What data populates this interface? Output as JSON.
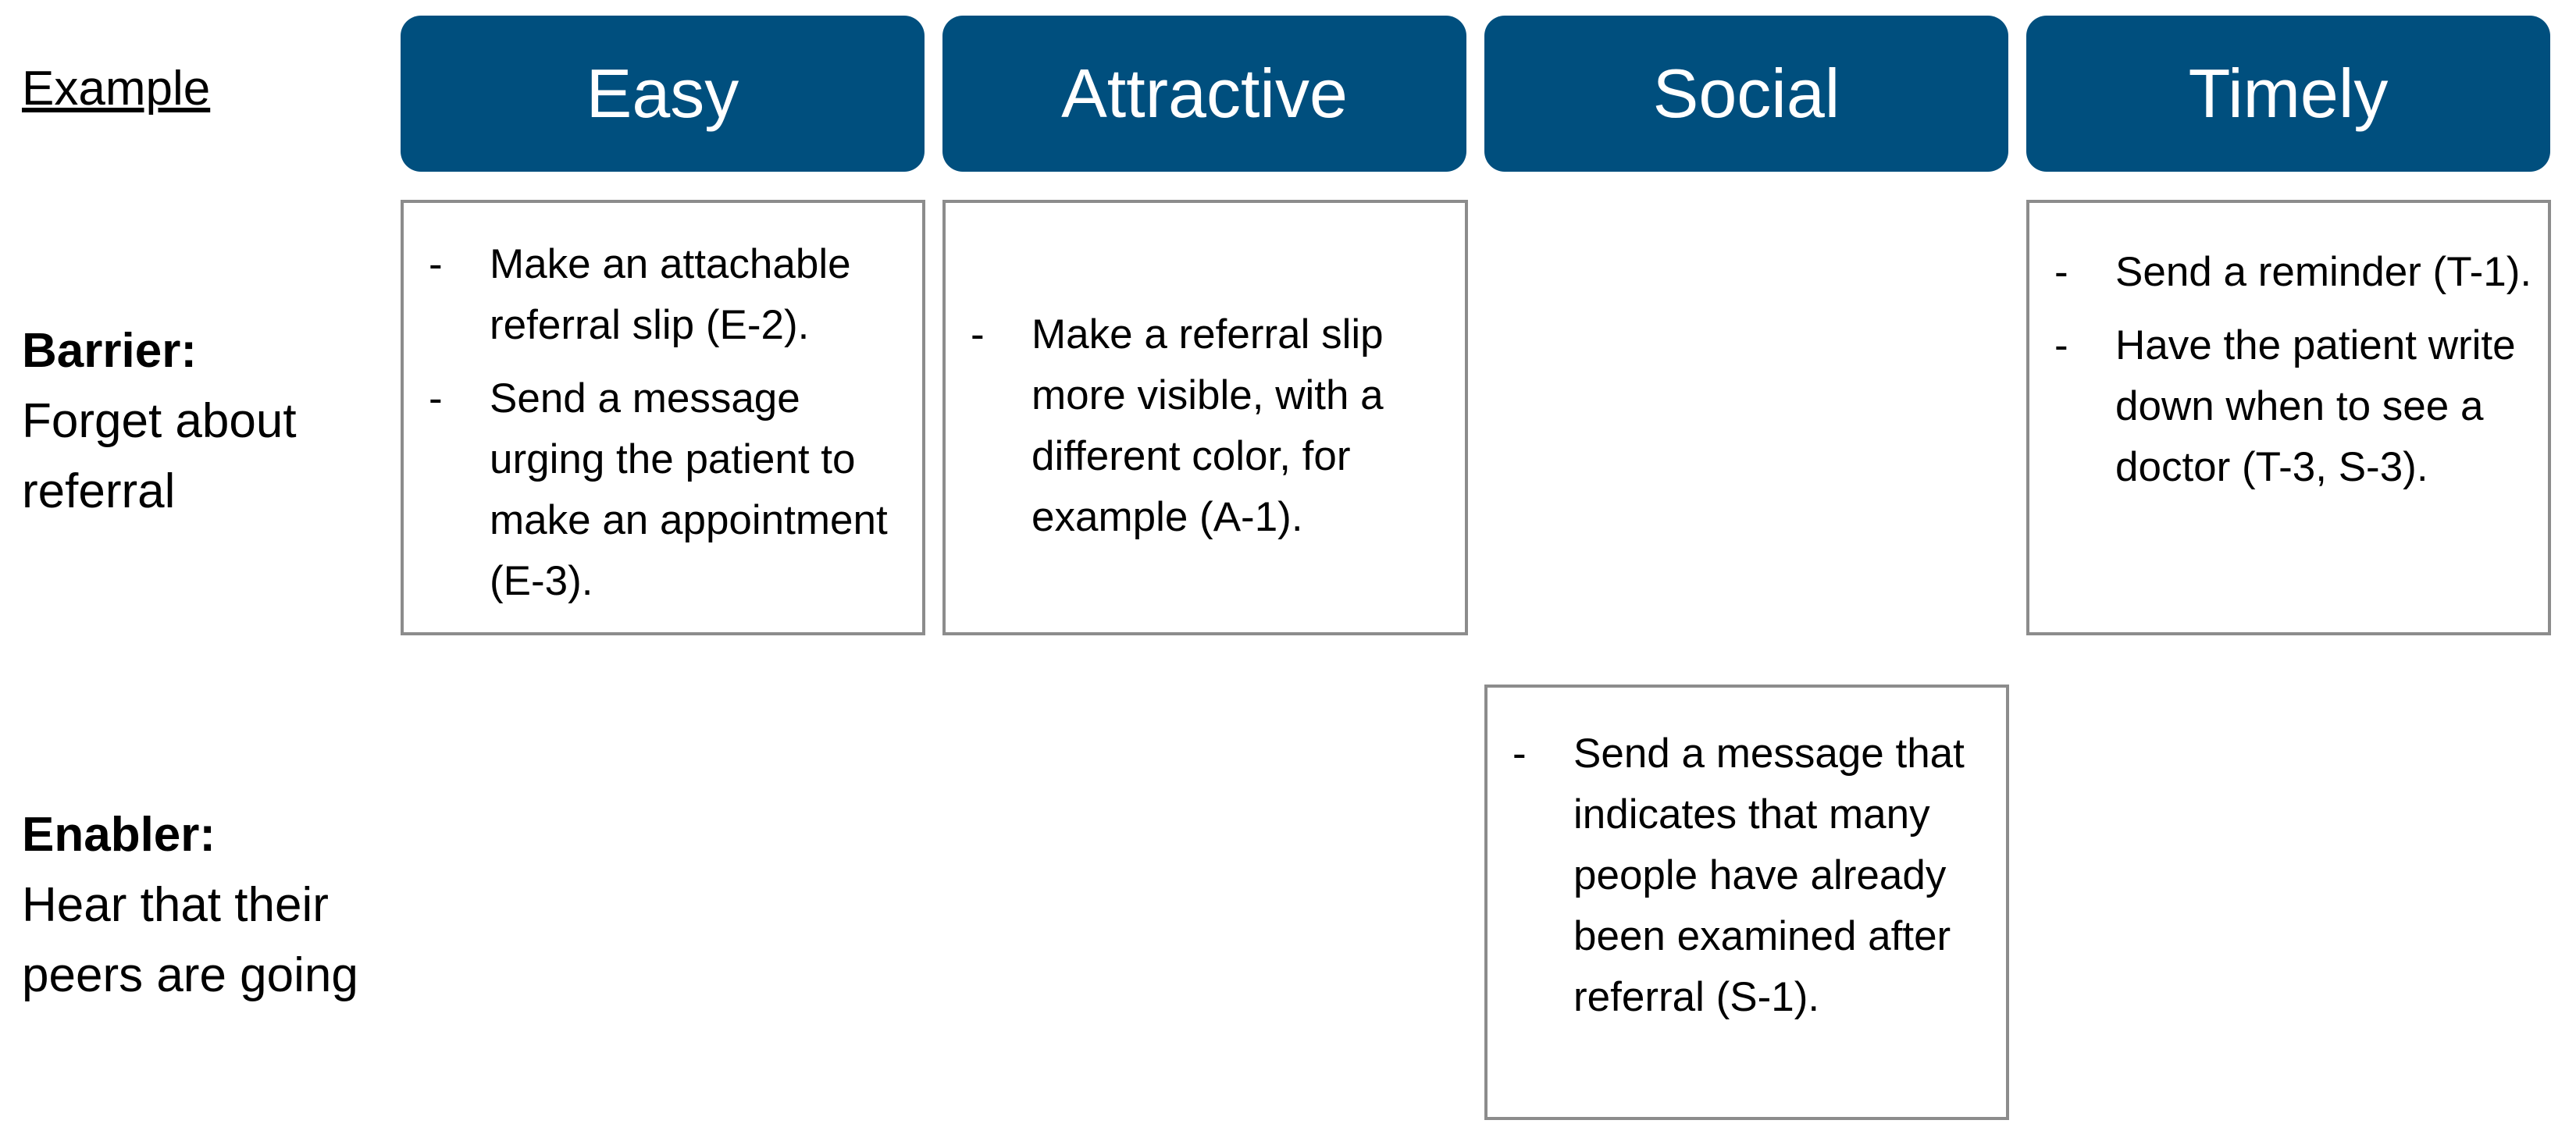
{
  "example_label": "Example",
  "header_color": "#004f7e",
  "columns": [
    {
      "title": "Easy"
    },
    {
      "title": "Attractive"
    },
    {
      "title": "Social"
    },
    {
      "title": "Timely"
    }
  ],
  "rows": [
    {
      "kind": "Barrier:",
      "desc_lines": [
        "Forget about",
        "referral"
      ],
      "cells": {
        "easy": [
          "Make an attachable referral slip (E-2).",
          "Send a message urging the patient to make an appointment (E-3)."
        ],
        "attractive": [
          "Make a referral slip more visible, with a different color, for example (A-1)."
        ],
        "timely": [
          "Send a reminder (T-1).",
          "Have the patient write down when to see  a doctor (T-3, S-3)."
        ]
      }
    },
    {
      "kind": "Enabler:",
      "desc_lines": [
        "Hear that their",
        "peers are going"
      ],
      "cells": {
        "social": [
          "Send a message that indicates that many people have already been examined after referral (S-1)."
        ]
      }
    }
  ]
}
